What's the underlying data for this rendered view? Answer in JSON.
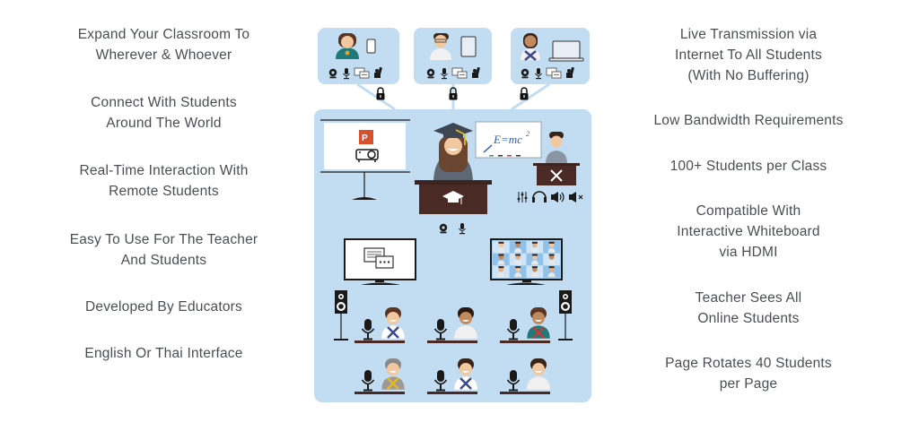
{
  "colors": {
    "panel_bg": "#c2dcf2",
    "text": "#4a4d52",
    "desk": "#4a2a24",
    "gown": "#5e6875",
    "powerpoint": "#d9512c",
    "icon": "#1a1a1a"
  },
  "left_features": [
    {
      "text": "Expand Your Classroom To\nWherever & Whoever"
    },
    {
      "text": "Connect With Students\nAround The World"
    },
    {
      "text": "Real-Time Interaction With\nRemote Students"
    },
    {
      "text": "Easy To Use For The Teacher\nAnd Students"
    },
    {
      "text": "Developed By Educators"
    },
    {
      "text": "English Or Thai Interface"
    }
  ],
  "right_features": [
    {
      "text": "Live Transmission via\nInternet To All Students\n(With No Buffering)"
    },
    {
      "text": "Low Bandwidth Requirements"
    },
    {
      "text": "100+ Students per Class"
    },
    {
      "text": "Compatible With\nInteractive Whiteboard\nvia HDMI"
    },
    {
      "text": "Teacher Sees All\nOnline Students"
    },
    {
      "text": "Page Rotates 40 Students\nper Page"
    }
  ],
  "remote_students": [
    {
      "device": "phone-icon",
      "tools": [
        "webcam-icon",
        "microphone-icon",
        "chat-icon",
        "raise-hand-icon"
      ]
    },
    {
      "device": "tablet-icon",
      "tools": [
        "webcam-icon",
        "microphone-icon",
        "chat-icon",
        "raise-hand-icon"
      ]
    },
    {
      "device": "laptop-icon",
      "tools": [
        "webcam-icon",
        "microphone-icon",
        "chat-icon",
        "raise-hand-icon"
      ]
    }
  ],
  "connection_icon": "lock-icon",
  "classroom": {
    "whiteboard_text": "E=mc",
    "whiteboard_superscript": "2",
    "audio_controls": [
      "mixer-icon",
      "headphones-icon",
      "speaker-icon",
      "mute-icon"
    ],
    "teacher_tools": [
      "webcam-icon",
      "microphone-icon"
    ],
    "video_grid_rows": 3,
    "video_grid_cols": 4,
    "student_rows": [
      3,
      3
    ]
  }
}
